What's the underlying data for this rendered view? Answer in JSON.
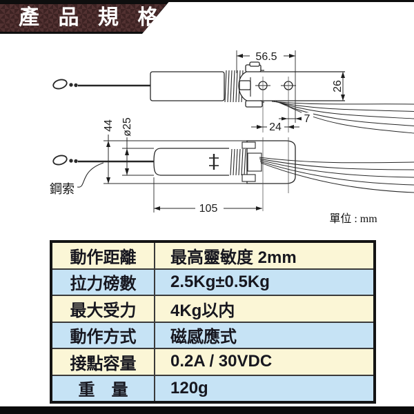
{
  "header": {
    "title": "產 品 規 格"
  },
  "drawing": {
    "cable_label": "鋼索",
    "unit_label": "單位 : mm",
    "dims": {
      "top_width": "56.5",
      "plate_height": "26",
      "hole_offset": "7",
      "hole_spacing": "24",
      "bracket_height": "44",
      "diameter": "ø25",
      "body_length": "105"
    }
  },
  "table": {
    "rows": [
      {
        "label": "動作距離",
        "value": "最高靈敏度 2mm"
      },
      {
        "label": "拉力磅數",
        "value": "2.5Kg±0.5Kg"
      },
      {
        "label": "最大受力",
        "value": "4Kg以内"
      },
      {
        "label": "動作方式",
        "value": "磁感應式"
      },
      {
        "label": "接點容量",
        "value": "0.2A / 30VDC"
      },
      {
        "label": "重　量",
        "value": "120g"
      }
    ]
  },
  "colors": {
    "banner_bg": "#523131",
    "banner_diamond": "#3d2323",
    "row_cream": "#FBF6D6",
    "row_blue": "#C6E3F5"
  }
}
